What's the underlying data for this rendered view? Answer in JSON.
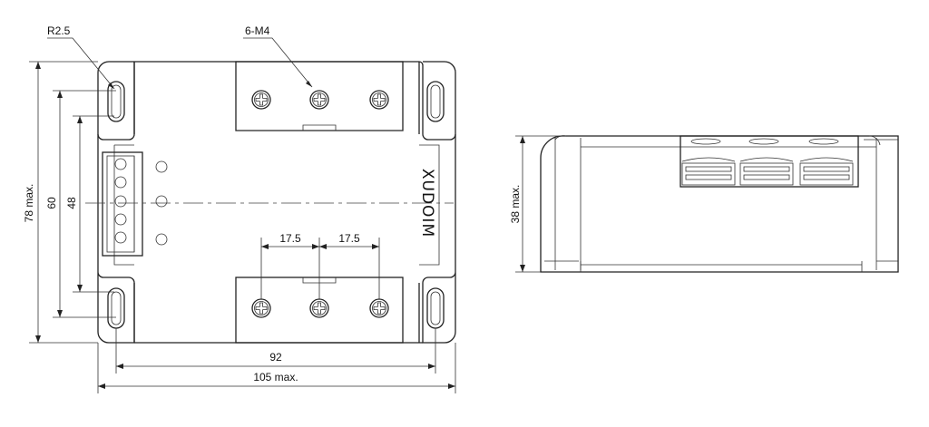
{
  "front_view": {
    "labels": {
      "radius": "R2.5",
      "screws": "6-M4",
      "height_max": "78 max.",
      "hole_pitch_v": "60",
      "terminal_h": "48",
      "pitch_a": "17.5",
      "pitch_b": "17.5",
      "hole_pitch_h": "92",
      "width_max": "105 max."
    },
    "brand": "XUDOIM"
  },
  "side_view": {
    "labels": {
      "depth_max": "38 max."
    }
  }
}
